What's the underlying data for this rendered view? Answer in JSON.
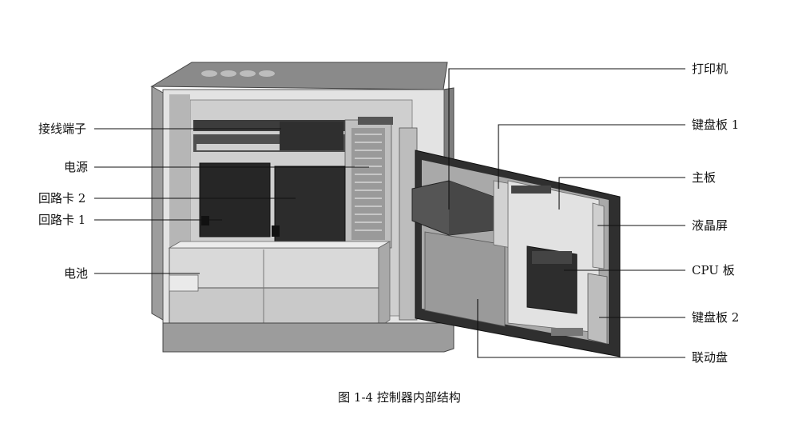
{
  "diagram": {
    "caption": "图 1-4  控制器内部结构",
    "left_labels": [
      {
        "id": "terminal",
        "text": "接线端子"
      },
      {
        "id": "power",
        "text": "电源"
      },
      {
        "id": "loop2",
        "text": "回路卡 2"
      },
      {
        "id": "loop1",
        "text": "回路卡 1"
      },
      {
        "id": "battery",
        "text": "电池"
      }
    ],
    "right_labels": [
      {
        "id": "printer",
        "text": "打印机"
      },
      {
        "id": "keyboard1",
        "text": "键盘板 1"
      },
      {
        "id": "mainboard",
        "text": "主板"
      },
      {
        "id": "lcd",
        "text": "液晶屏"
      },
      {
        "id": "cpu",
        "text": "CPU 板"
      },
      {
        "id": "keyboard2",
        "text": "键盘板 2"
      },
      {
        "id": "linkage",
        "text": "联动盘"
      }
    ]
  }
}
